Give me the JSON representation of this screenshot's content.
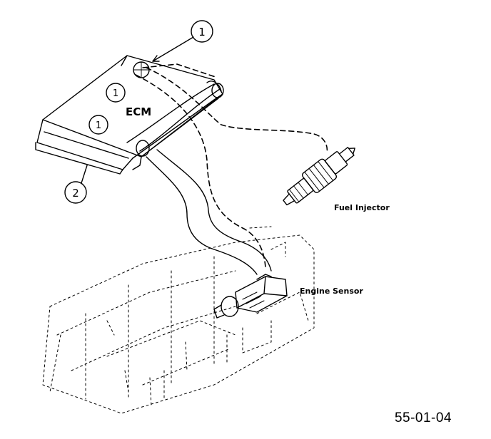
{
  "labels": {
    "ecm": "ECM",
    "fuel_injector": "Fuel Injector",
    "engine_sensor": "Engine Sensor"
  },
  "callouts": [
    "1",
    "1",
    "1",
    "2"
  ],
  "figure_id": "55-01-04",
  "colors": {
    "ink": "#000000",
    "background": "#ffffff"
  }
}
